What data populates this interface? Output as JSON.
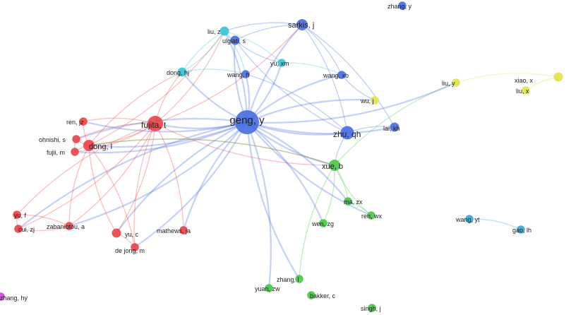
{
  "clusters": {
    "red": "#e8474a",
    "blue": "#4a6fe3",
    "cyan": "#3cc6d8",
    "green": "#4cc64a",
    "yellow": "#e4e24a",
    "sky": "#3aa7d6",
    "purple": "#c64ad6"
  },
  "nodes": [
    {
      "id": "geng",
      "label": "geng, y",
      "cluster": "blue",
      "w": 10
    },
    {
      "id": "fujita",
      "label": "fujita, t",
      "cluster": "red",
      "w": 6
    },
    {
      "id": "zhuqh",
      "label": "zhu, qh",
      "cluster": "blue",
      "w": 5
    },
    {
      "id": "sarkis",
      "label": "sarkis, j",
      "cluster": "blue",
      "w": 4
    },
    {
      "id": "xueb",
      "label": "xue, b",
      "cluster": "green",
      "w": 4
    },
    {
      "id": "dongl",
      "label": "dong, l",
      "cluster": "red",
      "w": 4
    },
    {
      "id": "liuz",
      "label": "liu, z",
      "cluster": "cyan",
      "w": 3
    },
    {
      "id": "ulgiati",
      "label": "ulgiati, s",
      "cluster": "blue",
      "w": 3
    },
    {
      "id": "yuxm",
      "label": "yu, xm",
      "cluster": "cyan",
      "w": 2.5
    },
    {
      "id": "donghj",
      "label": "dong, hj",
      "cluster": "cyan",
      "w": 3
    },
    {
      "id": "wangh",
      "label": "wang, h",
      "cluster": "blue",
      "w": 2.5
    },
    {
      "id": "wangxb",
      "label": "wang, xb",
      "cluster": "blue",
      "w": 2.5
    },
    {
      "id": "laikh",
      "label": "lai, kh",
      "cluster": "blue",
      "w": 3
    },
    {
      "id": "wuj",
      "label": "wu, j",
      "cluster": "yellow",
      "w": 2.5
    },
    {
      "id": "liuy",
      "label": "liu, y",
      "cluster": "yellow",
      "w": 2.5
    },
    {
      "id": "xiaox",
      "label": "xiao, x",
      "cluster": "yellow",
      "w": 3
    },
    {
      "id": "liux",
      "label": "liu, x",
      "cluster": "yellow",
      "w": 2.5
    },
    {
      "id": "zhangy",
      "label": "zhang, y",
      "cluster": "blue",
      "w": 2.5
    },
    {
      "id": "renjz",
      "label": "ren, jz",
      "cluster": "red",
      "w": 2.5
    },
    {
      "id": "ohnishi",
      "label": "ohnishi, s",
      "cluster": "red",
      "w": 2.5
    },
    {
      "id": "fujiim",
      "label": "fujii, m",
      "cluster": "red",
      "w": 2.5
    },
    {
      "id": "yuf",
      "label": "yu, f",
      "cluster": "red",
      "w": 2.5
    },
    {
      "id": "cuizj",
      "label": "cui, zj",
      "cluster": "red",
      "w": 2.5
    },
    {
      "id": "zabaniotou",
      "label": "zabaniotou, a",
      "cluster": "red",
      "w": 2.5
    },
    {
      "id": "yuc",
      "label": "yu, c",
      "cluster": "red",
      "w": 3
    },
    {
      "id": "dejong",
      "label": "de jong, m",
      "cluster": "red",
      "w": 2.5
    },
    {
      "id": "mathews",
      "label": "mathews, ja",
      "cluster": "red",
      "w": 2.5
    },
    {
      "id": "mazx",
      "label": "ma, zx",
      "cluster": "green",
      "w": 2.5
    },
    {
      "id": "renwx",
      "label": "ren, wx",
      "cluster": "green",
      "w": 2.5
    },
    {
      "id": "wenzg",
      "label": "wen, zg",
      "cluster": "green",
      "w": 2.5
    },
    {
      "id": "zhangl",
      "label": "zhang, l",
      "cluster": "green",
      "w": 2.5
    },
    {
      "id": "yuanzw",
      "label": "yuan, zw",
      "cluster": "green",
      "w": 2.5
    },
    {
      "id": "bakker",
      "label": "bakker, c",
      "cluster": "green",
      "w": 2.5
    },
    {
      "id": "singhj",
      "label": "singh, j",
      "cluster": "green",
      "w": 2.5
    },
    {
      "id": "wangyt",
      "label": "wang, yt",
      "cluster": "sky",
      "w": 2.5
    },
    {
      "id": "gaolh",
      "label": "gao, lh",
      "cluster": "sky",
      "w": 2.5
    },
    {
      "id": "zhanghy",
      "label": "zhang, hy",
      "cluster": "purple",
      "w": 2.5
    }
  ],
  "links": [
    [
      "geng",
      "fujita"
    ],
    [
      "geng",
      "zhuqh"
    ],
    [
      "geng",
      "sarkis"
    ],
    [
      "geng",
      "xueb"
    ],
    [
      "geng",
      "dongl"
    ],
    [
      "geng",
      "liuz"
    ],
    [
      "geng",
      "ulgiati"
    ],
    [
      "geng",
      "yuxm"
    ],
    [
      "geng",
      "donghj"
    ],
    [
      "geng",
      "wangh"
    ],
    [
      "geng",
      "wangxb"
    ],
    [
      "geng",
      "laikh"
    ],
    [
      "geng",
      "wuj"
    ],
    [
      "geng",
      "liuy"
    ],
    [
      "geng",
      "renjz"
    ],
    [
      "geng",
      "ohnishi"
    ],
    [
      "geng",
      "fujiim"
    ],
    [
      "geng",
      "yuc"
    ],
    [
      "geng",
      "dejong"
    ],
    [
      "geng",
      "mathews"
    ],
    [
      "geng",
      "zabaniotou"
    ],
    [
      "geng",
      "cuizj"
    ],
    [
      "geng",
      "mazx"
    ],
    [
      "geng",
      "renwx"
    ],
    [
      "geng",
      "wenzg"
    ],
    [
      "geng",
      "zhangl"
    ],
    [
      "geng",
      "yuanzw"
    ],
    [
      "zhuqh",
      "sarkis"
    ],
    [
      "zhuqh",
      "laikh"
    ],
    [
      "zhuqh",
      "xueb"
    ],
    [
      "zhuqh",
      "ulgiati"
    ],
    [
      "zhuqh",
      "wangh"
    ],
    [
      "sarkis",
      "laikh"
    ],
    [
      "sarkis",
      "ulgiati"
    ],
    [
      "sarkis",
      "wangxb"
    ],
    [
      "sarkis",
      "liuz"
    ],
    [
      "fujita",
      "dongl"
    ],
    [
      "fujita",
      "ohnishi"
    ],
    [
      "fujita",
      "fujiim"
    ],
    [
      "fujita",
      "renjz"
    ],
    [
      "fujita",
      "yuc"
    ],
    [
      "fujita",
      "dejong"
    ],
    [
      "fujita",
      "mathews"
    ],
    [
      "fujita",
      "liuz"
    ],
    [
      "fujita",
      "donghj"
    ],
    [
      "fujita",
      "xueb"
    ],
    [
      "fujita",
      "zabaniotou"
    ],
    [
      "fujita",
      "yuf"
    ],
    [
      "fujita",
      "cuizj"
    ],
    [
      "fujita",
      "sarkis"
    ],
    [
      "dongl",
      "ohnishi"
    ],
    [
      "dongl",
      "fujiim"
    ],
    [
      "dongl",
      "renjz"
    ],
    [
      "dongl",
      "yuc"
    ],
    [
      "dongl",
      "dejong"
    ],
    [
      "dongl",
      "liuz"
    ],
    [
      "dongl",
      "xueb"
    ],
    [
      "dongl",
      "zabaniotou"
    ],
    [
      "dongl",
      "donghj"
    ],
    [
      "liuz",
      "ulgiati"
    ],
    [
      "liuz",
      "yuxm"
    ],
    [
      "liuz",
      "donghj"
    ],
    [
      "liuz",
      "wangh"
    ],
    [
      "ulgiati",
      "yuxm"
    ],
    [
      "donghj",
      "wangh"
    ],
    [
      "donghj",
      "liuz"
    ],
    [
      "yuxm",
      "wangxb"
    ],
    [
      "wangxb",
      "wuj"
    ],
    [
      "xueb",
      "mazx"
    ],
    [
      "xueb",
      "renwx"
    ],
    [
      "xueb",
      "wenzg"
    ],
    [
      "xueb",
      "zhangl"
    ],
    [
      "xueb",
      "liuy"
    ],
    [
      "xueb",
      "dongl"
    ],
    [
      "mazx",
      "renwx"
    ],
    [
      "yuf",
      "cuizj"
    ],
    [
      "yuf",
      "zabaniotou"
    ],
    [
      "cuizj",
      "zabaniotou"
    ],
    [
      "yuc",
      "dejong"
    ],
    [
      "ohnishi",
      "fujiim"
    ],
    [
      "wangyt",
      "gaolh"
    ],
    [
      "xiaox",
      "liux"
    ],
    [
      "liuy",
      "xiaox"
    ]
  ]
}
